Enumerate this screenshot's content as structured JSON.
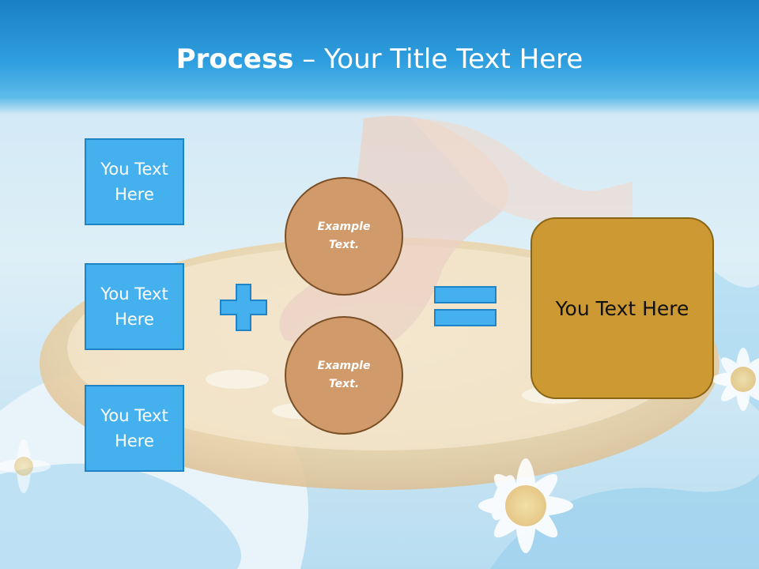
{
  "title": {
    "bold": "Process",
    "rest": " – Your Title Text Here"
  },
  "left_boxes": [
    {
      "text": "You Text Here"
    },
    {
      "text": "You Text Here"
    },
    {
      "text": "You Text Here"
    }
  ],
  "circles": [
    {
      "text": "Example Text."
    },
    {
      "text": "Example Text."
    }
  ],
  "result": {
    "text": "You Text Here"
  },
  "colors": {
    "title_band": "#2f9fe0",
    "box_fill": "#45b0ee",
    "circle_fill": "#d09a6b",
    "result_fill": "#cc9933"
  },
  "icons": {
    "plus": "plus-icon",
    "equals": "equals-icon"
  }
}
